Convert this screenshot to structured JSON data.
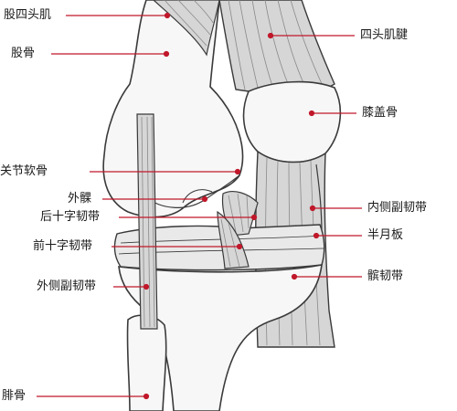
{
  "colors": {
    "leader": "#c0182a",
    "outline": "#3a3a3a",
    "bone": "#f7f7f7",
    "ligament": "#d6d6d6",
    "cartilage": "#e9e9e9"
  },
  "labels": {
    "femoral_quadriceps": "股四头肌",
    "femur": "股骨",
    "quadriceps_tendon": "四头肌腱",
    "patella": "膝盖骨",
    "articular_cartilage": "关节软骨",
    "lateral_condyle": "外髁",
    "posterior_cruciate": "后十字韧带",
    "medial_collateral": "内侧副韧带",
    "anterior_cruciate": "前十字韧带",
    "meniscus": "半月板",
    "lateral_collateral": "外侧副韧带",
    "patellar_ligament": "髌韧带",
    "fibula": "腓骨"
  }
}
